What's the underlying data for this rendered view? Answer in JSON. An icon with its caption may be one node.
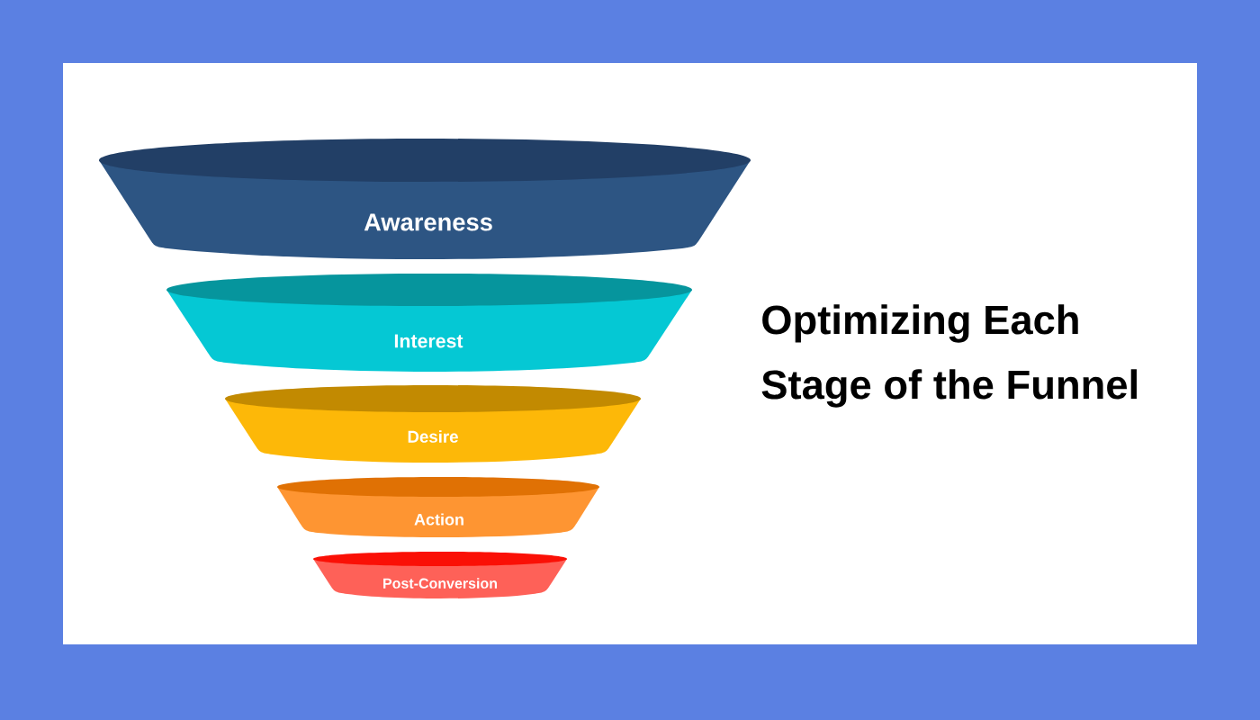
{
  "diagram": {
    "title": "Optimizing Each Stage of the Funnel",
    "nodes": [
      {
        "text": [
          "Awareness"
        ]
      },
      {
        "text": [
          "Interest"
        ]
      },
      {
        "text": [
          "Desire"
        ]
      },
      {
        "text": [
          "Action"
        ]
      },
      {
        "text": [
          "Post-Conversion"
        ]
      }
    ]
  }
}
